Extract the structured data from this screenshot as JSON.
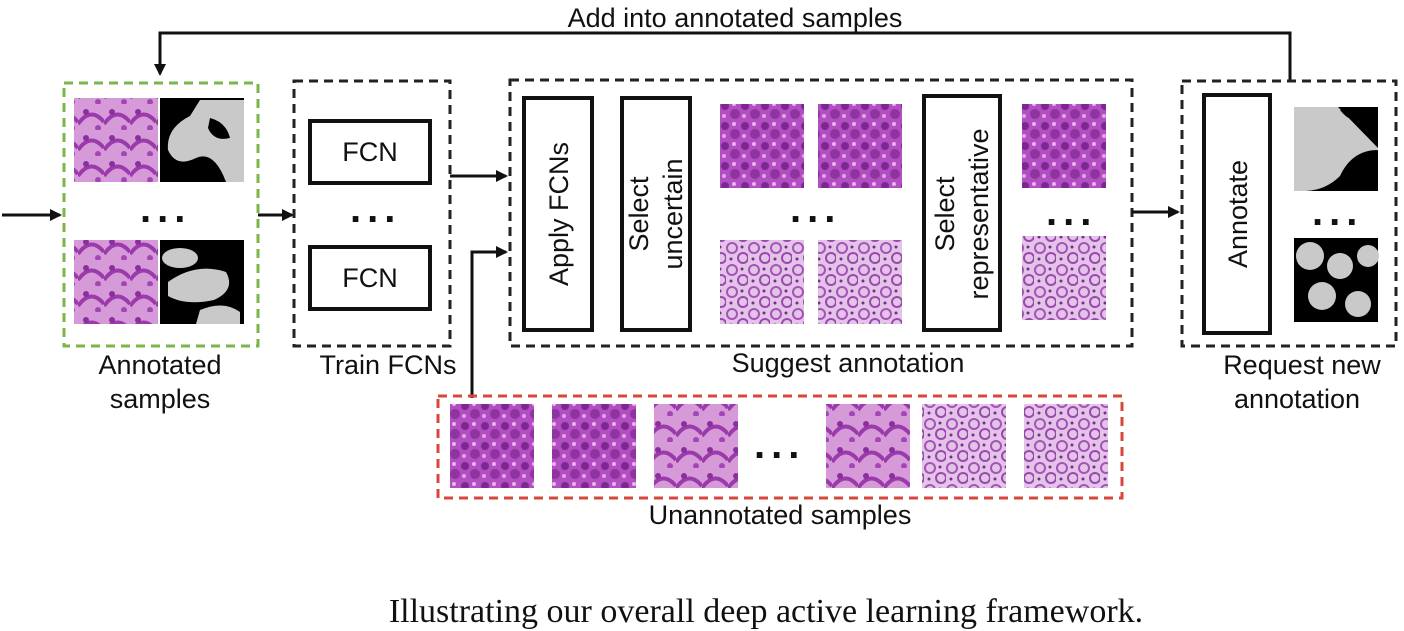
{
  "top_feedback_label": "Add into annotated samples",
  "stages": {
    "annotated": {
      "label_line1": "Annotated",
      "label_line2": "samples",
      "border_color": "#7ab648"
    },
    "train": {
      "label": "Train FCNs",
      "fcn_top": "FCN",
      "fcn_bottom": "FCN"
    },
    "suggest": {
      "label": "Suggest annotation",
      "apply": "Apply FCNs",
      "uncertain_line1": "Select",
      "uncertain_line2": "uncertain",
      "representative_line1": "Select",
      "representative_line2": "representative"
    },
    "request": {
      "label_line1": "Request new",
      "label_line2": "annotation",
      "annotate": "Annotate"
    },
    "unannotated": {
      "label": "Unannotated samples",
      "border_color": "#d9473a"
    }
  },
  "ellipsis": "...",
  "caption": "Illustrating our overall deep active learning framework.",
  "colors": {
    "tissue_dark": "#8a2f9e",
    "tissue_mid": "#b45cc4",
    "tissue_light": "#d9a8dd",
    "tissue_pale": "#e6c6ea",
    "mask_gray": "#c9c9c9",
    "mask_black": "#000000"
  }
}
